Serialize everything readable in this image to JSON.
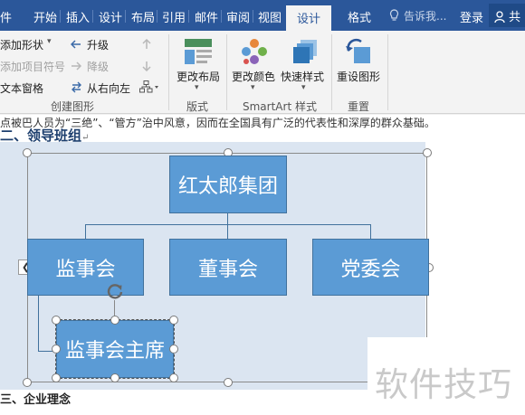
{
  "tabs": {
    "file_partial": "件",
    "home": "开始",
    "insert": "插入",
    "design": "设计",
    "layout": "布局",
    "references": "引用",
    "mailings": "邮件",
    "review": "审阅",
    "view": "视图",
    "smartart_design": "设计",
    "format": "格式"
  },
  "tell_me": {
    "placeholder": "告诉我..."
  },
  "account": {
    "login": "登录",
    "share": "共"
  },
  "ribbon": {
    "create_graphic": {
      "add_shape": "添加形状",
      "add_bullet": "添加项目符号",
      "text_pane": "文本窗格",
      "promote": "升级",
      "demote": "降级",
      "right_to_left": "从右向左",
      "label": "创建图形"
    },
    "layouts": {
      "change_layout": "更改布局",
      "label": "版式"
    },
    "styles": {
      "change_colors": "更改颜色",
      "quick_styles": "快速样式",
      "label": "SmartArt 样式"
    },
    "reset": {
      "reset_graphic": "重设图形",
      "label": "重置"
    }
  },
  "document": {
    "line1": "点被巴人员为“三绝”、“管方”治中风意，因而在全国具有广泛的代表性和深厚的群众基础。",
    "heading": "二、领导班组",
    "bottom_text": "三、企业理念"
  },
  "smartart": {
    "top": "红太郎集团",
    "children": [
      "监事会",
      "董事会",
      "党委会"
    ],
    "sub": "监事会主席"
  },
  "watermark": "软件技巧",
  "colors": {
    "accent": "#2b579a",
    "node_fill": "#5b9bd5",
    "selection": "#dbe5f1"
  }
}
